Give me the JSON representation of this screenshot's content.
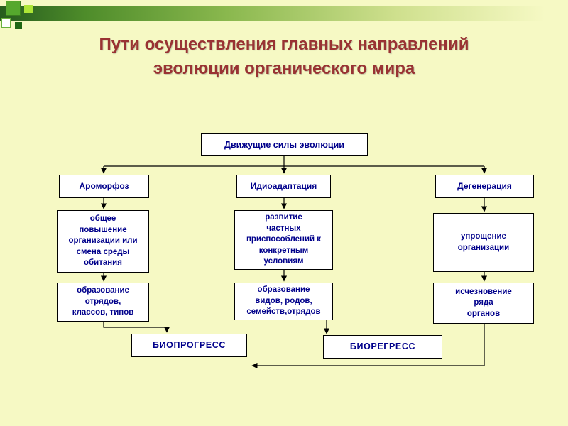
{
  "slide": {
    "title_line1": "Пути осуществления главных направлений",
    "title_line2": "эволюции органического мира"
  },
  "diagram": {
    "nodes": {
      "driving_forces": "Движущие силы эволюции",
      "aromorphosis": "Ароморфоз",
      "idioadaptation": "Идиоадаптация",
      "degeneration": "Дегенерация",
      "aromorphosis_desc": "общее\nповышение\nорганизации или\nсмена среды\nобитания",
      "idioadaptation_desc": "развитие\nчастных\nприспособлений к\nконкретным\nусловиям",
      "degeneration_desc": "упрощение\nорганизации",
      "aromorphosis_result": "образование\nотрядов,\nклассов, типов",
      "idioadaptation_result": "образование\nвидов, родов,\nсемейств,отрядов",
      "degeneration_result": "исчезновение\nряда\nорганов",
      "bioprogress": "БИОПРОГРЕСС",
      "bioregress": "БИОРЕГРЕСС"
    },
    "colors": {
      "background": "#f6f9c4",
      "title": "#993333",
      "box_fill": "#ffffff",
      "box_border": "#000000",
      "box_text": "#00008b",
      "connector": "#000000"
    }
  }
}
